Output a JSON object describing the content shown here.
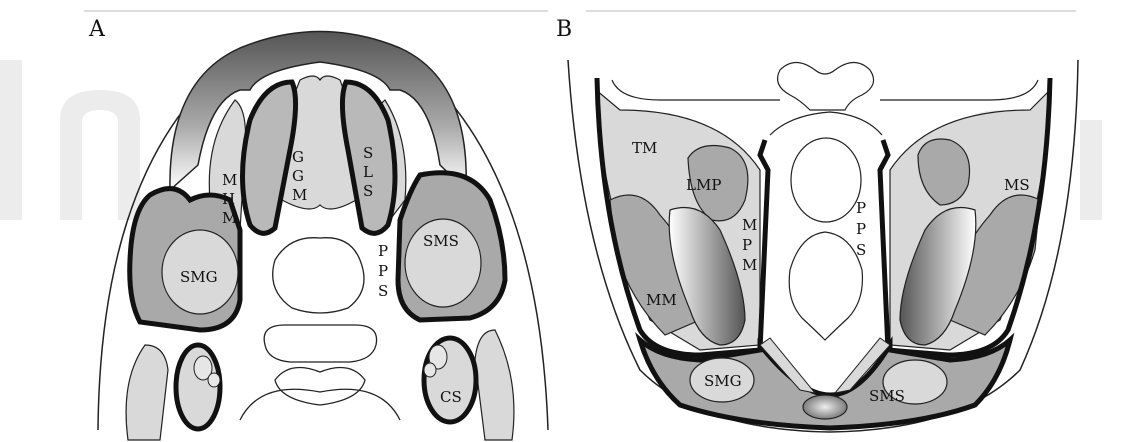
{
  "panels": [
    {
      "letter": "A"
    },
    {
      "letter": "B"
    }
  ],
  "panel_a": {
    "labels": {
      "mhm": [
        "M",
        "H",
        "M"
      ],
      "ggm": [
        "G",
        "G",
        "M"
      ],
      "sls": [
        "S",
        "L",
        "S"
      ],
      "pps": [
        "P",
        "P",
        "S"
      ],
      "smg": "SMG",
      "sms": "SMS",
      "cs": "CS"
    }
  },
  "panel_b": {
    "labels": {
      "tm": "TM",
      "lmp": "LMP",
      "mpm": [
        "M",
        "P",
        "M"
      ],
      "pps": [
        "P",
        "P",
        "S"
      ],
      "ms": "MS",
      "mm": "MM",
      "smg": "SMG",
      "sms": "SMS"
    }
  },
  "colors": {
    "light_fill": "#d9d9d9",
    "mid_fill": "#a9a9a9",
    "dark_fill": "#7a7a7a",
    "outline": "#111111"
  }
}
